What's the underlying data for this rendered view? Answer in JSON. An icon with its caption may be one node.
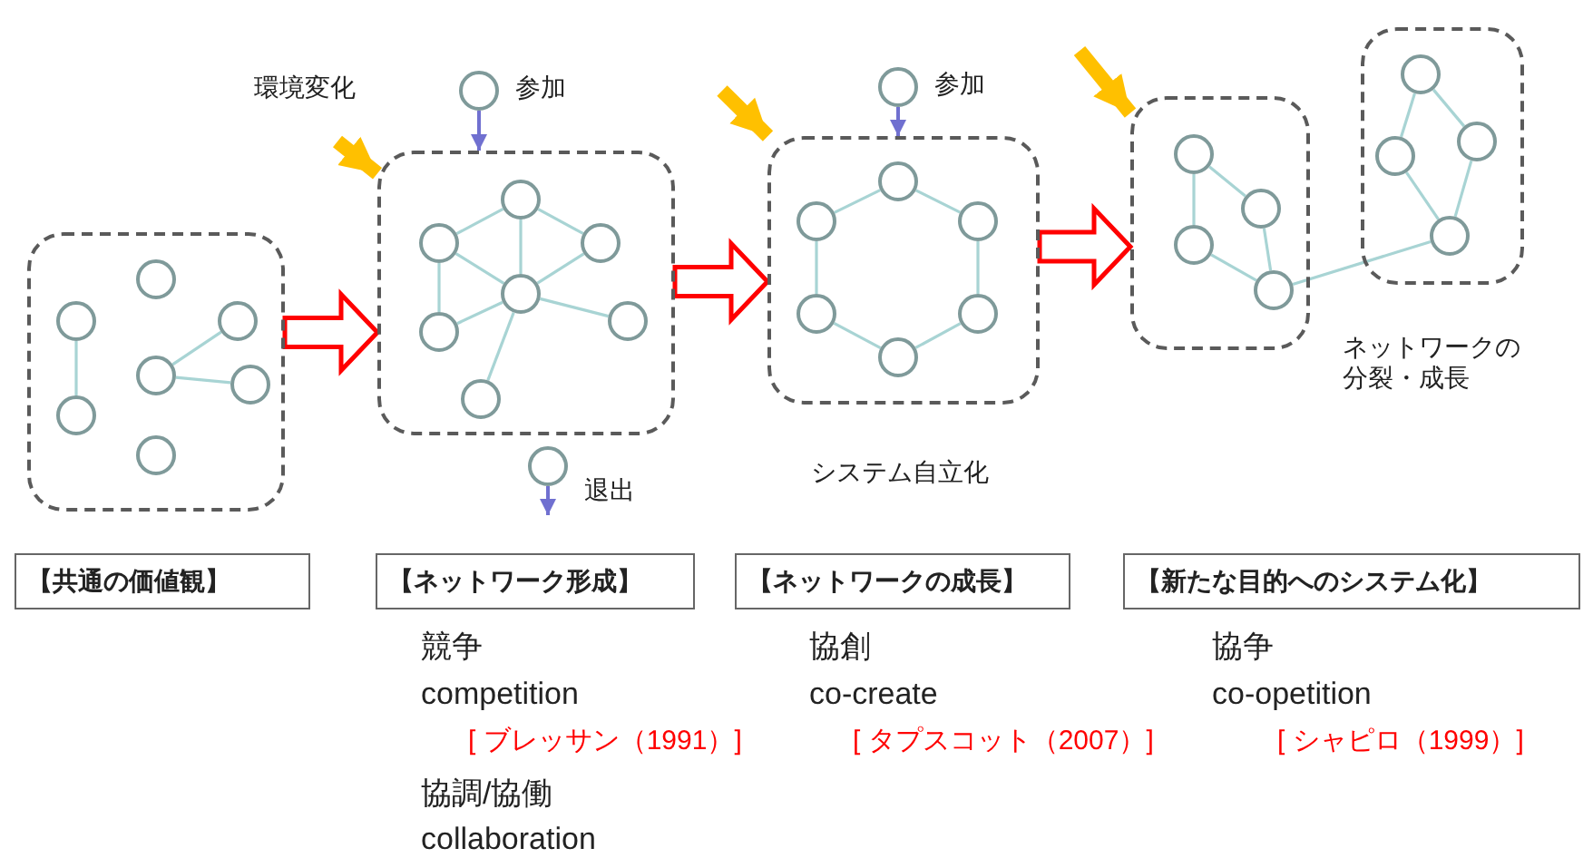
{
  "diagram": {
    "nodes": [
      {
        "text": [],
        "shape": "box"
      },
      {
        "text": [],
        "shape": "box"
      },
      {
        "text": [],
        "shape": "box",
        "beside": [
          "システム自立化"
        ]
      },
      {
        "text": [],
        "shape": "box"
      },
      {
        "text": [],
        "shape": "box"
      },
      {
        "text": [],
        "shape": "circle",
        "in": 0
      },
      {
        "text": [],
        "shape": "circle",
        "in": 0
      },
      {
        "text": [],
        "shape": "circle",
        "in": 0
      },
      {
        "text": [],
        "shape": "circle",
        "in": 0
      },
      {
        "text": [],
        "shape": "circle",
        "in": 0
      },
      {
        "text": [],
        "shape": "circle",
        "in": 0
      },
      {
        "text": [],
        "shape": "circle",
        "in": 0
      },
      {
        "text": [],
        "shape": "circle",
        "in": 1
      },
      {
        "text": [],
        "shape": "circle",
        "in": 1
      },
      {
        "text": [],
        "shape": "circle",
        "in": 1
      },
      {
        "text": [],
        "shape": "circle",
        "in": 1
      },
      {
        "text": [],
        "shape": "circle",
        "in": 1
      },
      {
        "text": [],
        "shape": "circle",
        "in": 1
      },
      {
        "text": [],
        "shape": "circle",
        "in": 1
      },
      {
        "text": [],
        "shape": "circle",
        "in": 2
      },
      {
        "text": [],
        "shape": "circle",
        "in": 2
      },
      {
        "text": [],
        "shape": "circle",
        "in": 2
      },
      {
        "text": [],
        "shape": "circle",
        "in": 2
      },
      {
        "text": [],
        "shape": "circle",
        "in": 2
      },
      {
        "text": [],
        "shape": "circle",
        "in": 2
      },
      {
        "text": [],
        "shape": "circle",
        "in": 3
      },
      {
        "text": [],
        "shape": "circle",
        "in": 3
      },
      {
        "text": [],
        "shape": "circle",
        "in": 3
      },
      {
        "text": [],
        "shape": "circle",
        "in": 3
      },
      {
        "text": [],
        "shape": "circle",
        "in": 4
      },
      {
        "text": [],
        "shape": "circle",
        "in": 4
      },
      {
        "text": [],
        "shape": "circle",
        "in": 4
      },
      {
        "text": [],
        "shape": "circle",
        "in": 4
      },
      {
        "text": [],
        "shape": "circle",
        "beside": [
          "参加"
        ]
      },
      {
        "text": [],
        "shape": "circle",
        "beside": [
          "参加"
        ]
      },
      {
        "text": [],
        "shape": "circle",
        "beside": [
          "退出"
        ]
      },
      {
        "text": [
          "【共通の価値観】"
        ]
      },
      {
        "text": [
          "【ネットワーク形成】"
        ]
      },
      {
        "text": [
          "【ネットワークの成長】"
        ]
      },
      {
        "text": [
          "【新たな目的へのシステム化】"
        ]
      }
    ],
    "edges": [
      {
        "from": 5,
        "to": 10,
        "arrow": "none"
      },
      {
        "from": 8,
        "to": 7,
        "arrow": "none"
      },
      {
        "from": 8,
        "to": 9,
        "arrow": "none"
      },
      {
        "from": 12,
        "to": 13,
        "arrow": "none"
      },
      {
        "from": 12,
        "to": 14,
        "arrow": "none"
      },
      {
        "from": 12,
        "to": 15,
        "arrow": "none"
      },
      {
        "from": 13,
        "to": 15,
        "arrow": "none"
      },
      {
        "from": 13,
        "to": 16,
        "arrow": "none"
      },
      {
        "from": 15,
        "to": 14,
        "arrow": "none"
      },
      {
        "from": 15,
        "to": 16,
        "arrow": "none"
      },
      {
        "from": 15,
        "to": 17,
        "arrow": "none"
      },
      {
        "from": 15,
        "to": 18,
        "arrow": "none"
      },
      {
        "from": 19,
        "to": 20,
        "arrow": "none"
      },
      {
        "from": 19,
        "to": 21,
        "arrow": "none"
      },
      {
        "from": 20,
        "to": 22,
        "arrow": "none"
      },
      {
        "from": 21,
        "to": 23,
        "arrow": "none"
      },
      {
        "from": 22,
        "to": 24,
        "arrow": "none"
      },
      {
        "from": 23,
        "to": 24,
        "arrow": "none"
      },
      {
        "from": 25,
        "to": 27,
        "arrow": "none"
      },
      {
        "from": 25,
        "to": 26,
        "arrow": "none"
      },
      {
        "from": 26,
        "to": 28,
        "arrow": "none"
      },
      {
        "from": 27,
        "to": 28,
        "arrow": "none"
      },
      {
        "from": 28,
        "to": 32,
        "arrow": "none"
      },
      {
        "from": 29,
        "to": 30,
        "arrow": "none"
      },
      {
        "from": 29,
        "to": 31,
        "arrow": "none"
      },
      {
        "from": 30,
        "to": 32,
        "arrow": "none"
      },
      {
        "from": 31,
        "to": 32,
        "arrow": "none"
      },
      {
        "from": 0,
        "to": 1,
        "arrow": "to",
        "style": "thick",
        "color": "#ff0000"
      },
      {
        "from": 1,
        "to": 2,
        "arrow": "to",
        "style": "thick",
        "color": "#ff0000"
      },
      {
        "from": 2,
        "to": 3,
        "arrow": "to",
        "style": "thick",
        "color": "#ff0000"
      },
      {
        "from": null,
        "to": 1,
        "arrow": "to",
        "style": "thick",
        "color": "#ffc000"
      },
      {
        "from": null,
        "to": 2,
        "arrow": "to",
        "style": "thick",
        "color": "#ffc000"
      },
      {
        "from": null,
        "to": 3,
        "arrow": "to",
        "style": "thick",
        "color": "#ffc000"
      },
      {
        "from": 33,
        "to": 1,
        "arrow": "to",
        "color": "#7070d0"
      },
      {
        "from": 34,
        "to": 2,
        "arrow": "to",
        "color": "#7070d0"
      },
      {
        "from": 35,
        "to": null,
        "arrow": "to",
        "color": "#7070d0"
      }
    ],
    "labels": [
      "環境変化",
      "ネットワークの分裂・成長",
      "競争",
      "competition",
      "[ ブレッサン（1991）]",
      "協調/協働",
      "collaboration",
      "協創",
      "co-create",
      "[ タプスコット（2007）]",
      "協争",
      "co-opetition",
      "[ シャピロ（1999）]"
    ]
  }
}
